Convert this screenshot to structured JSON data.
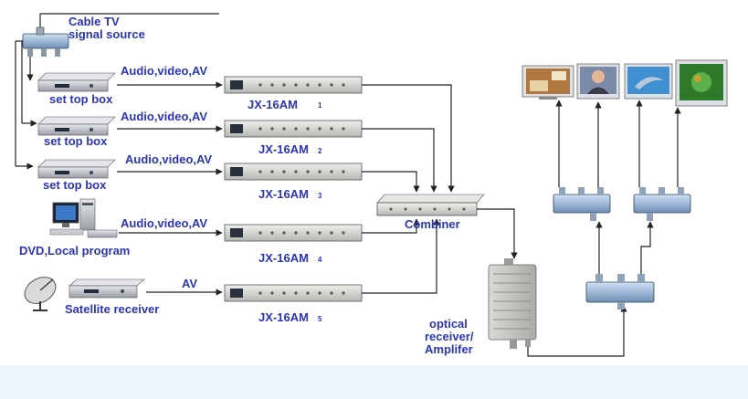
{
  "source": {
    "title_line1": "Cable TV",
    "title_line2": "signal source"
  },
  "inputs": [
    {
      "device_label": "set top box",
      "link_label": "Audio,video,AV"
    },
    {
      "device_label": "set top box",
      "link_label": "Audio,video,AV"
    },
    {
      "device_label": "set top box",
      "link_label": "Audio,video,AV"
    },
    {
      "device_label": "DVD,Local program",
      "link_label": "Audio,video,AV"
    },
    {
      "device_label": "Satellite receiver",
      "link_label": "AV"
    }
  ],
  "modulators": [
    {
      "model": "JX-16AM",
      "index": "1"
    },
    {
      "model": "JX-16AM",
      "index": "2"
    },
    {
      "model": "JX-16AM",
      "index": "3"
    },
    {
      "model": "JX-16AM",
      "index": "4"
    },
    {
      "model": "JX-16AM",
      "index": "5"
    }
  ],
  "combiner": {
    "label": "Combiner"
  },
  "amplifier": {
    "line1": "optical",
    "line2": "receiver/",
    "line3": "Amplifer"
  },
  "tvs": [
    {
      "screen": "living-room"
    },
    {
      "screen": "woman-portrait"
    },
    {
      "screen": "dolphin"
    },
    {
      "screen": "green-plant"
    }
  ],
  "colors": {
    "label": "#2b35b8",
    "line": "#222222",
    "device_silver": "#c9ccd1",
    "modulator_body": "#d6d8d4",
    "bottom_strip": "#eef4fb"
  }
}
